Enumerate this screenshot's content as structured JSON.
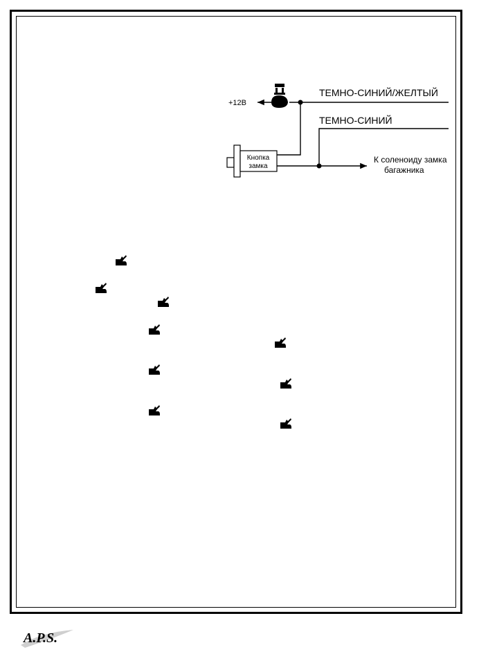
{
  "diagram": {
    "supply_label": "+12В",
    "wire_dark_blue_yellow": "ТЕМНО-СИНИЙ/ЖЕЛТЫЙ",
    "wire_dark_blue": "ТЕМНО-СИНИЙ",
    "button_label_line1": "Кнопка",
    "button_label_line2": "замка",
    "solenoid_label_line1": "К соленоиду замка",
    "solenoid_label_line2": "багажника"
  },
  "footer": {
    "logo_text": "A.P.S."
  },
  "icons": {
    "trunk_icon_name": "trunk-open-icon"
  }
}
